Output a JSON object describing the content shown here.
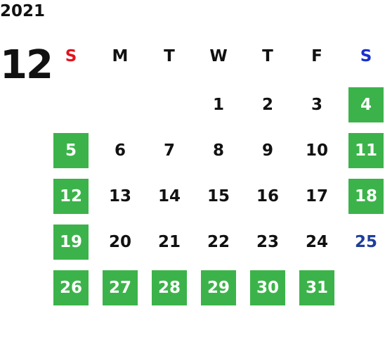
{
  "calendar": {
    "year": "2021",
    "month": "12",
    "weekday_labels": [
      "S",
      "M",
      "T",
      "W",
      "T",
      "F",
      "S"
    ],
    "colors": {
      "sunday_header": "#e0141e",
      "saturday_header": "#1a2fd0",
      "weekday_header": "#111111",
      "highlight_bg": "#3cb34a",
      "highlight_text": "#ffffff",
      "blue_day_text": "#1f3f9a",
      "normal_day_text": "#111111"
    },
    "weeks": [
      [
        {
          "label": "",
          "style": "empty"
        },
        {
          "label": "",
          "style": "empty"
        },
        {
          "label": "",
          "style": "empty"
        },
        {
          "label": "1",
          "style": "normal"
        },
        {
          "label": "2",
          "style": "normal"
        },
        {
          "label": "3",
          "style": "normal"
        },
        {
          "label": "4",
          "style": "green"
        }
      ],
      [
        {
          "label": "5",
          "style": "green"
        },
        {
          "label": "6",
          "style": "normal"
        },
        {
          "label": "7",
          "style": "normal"
        },
        {
          "label": "8",
          "style": "normal"
        },
        {
          "label": "9",
          "style": "normal"
        },
        {
          "label": "10",
          "style": "normal"
        },
        {
          "label": "11",
          "style": "green"
        }
      ],
      [
        {
          "label": "12",
          "style": "green"
        },
        {
          "label": "13",
          "style": "normal"
        },
        {
          "label": "14",
          "style": "normal"
        },
        {
          "label": "15",
          "style": "normal"
        },
        {
          "label": "16",
          "style": "normal"
        },
        {
          "label": "17",
          "style": "normal"
        },
        {
          "label": "18",
          "style": "green"
        }
      ],
      [
        {
          "label": "19",
          "style": "green"
        },
        {
          "label": "20",
          "style": "normal"
        },
        {
          "label": "21",
          "style": "normal"
        },
        {
          "label": "22",
          "style": "normal"
        },
        {
          "label": "23",
          "style": "normal"
        },
        {
          "label": "24",
          "style": "normal"
        },
        {
          "label": "25",
          "style": "blue"
        }
      ],
      [
        {
          "label": "26",
          "style": "green"
        },
        {
          "label": "27",
          "style": "green"
        },
        {
          "label": "28",
          "style": "green"
        },
        {
          "label": "29",
          "style": "green"
        },
        {
          "label": "30",
          "style": "green"
        },
        {
          "label": "31",
          "style": "green"
        },
        {
          "label": "",
          "style": "empty"
        }
      ]
    ]
  }
}
